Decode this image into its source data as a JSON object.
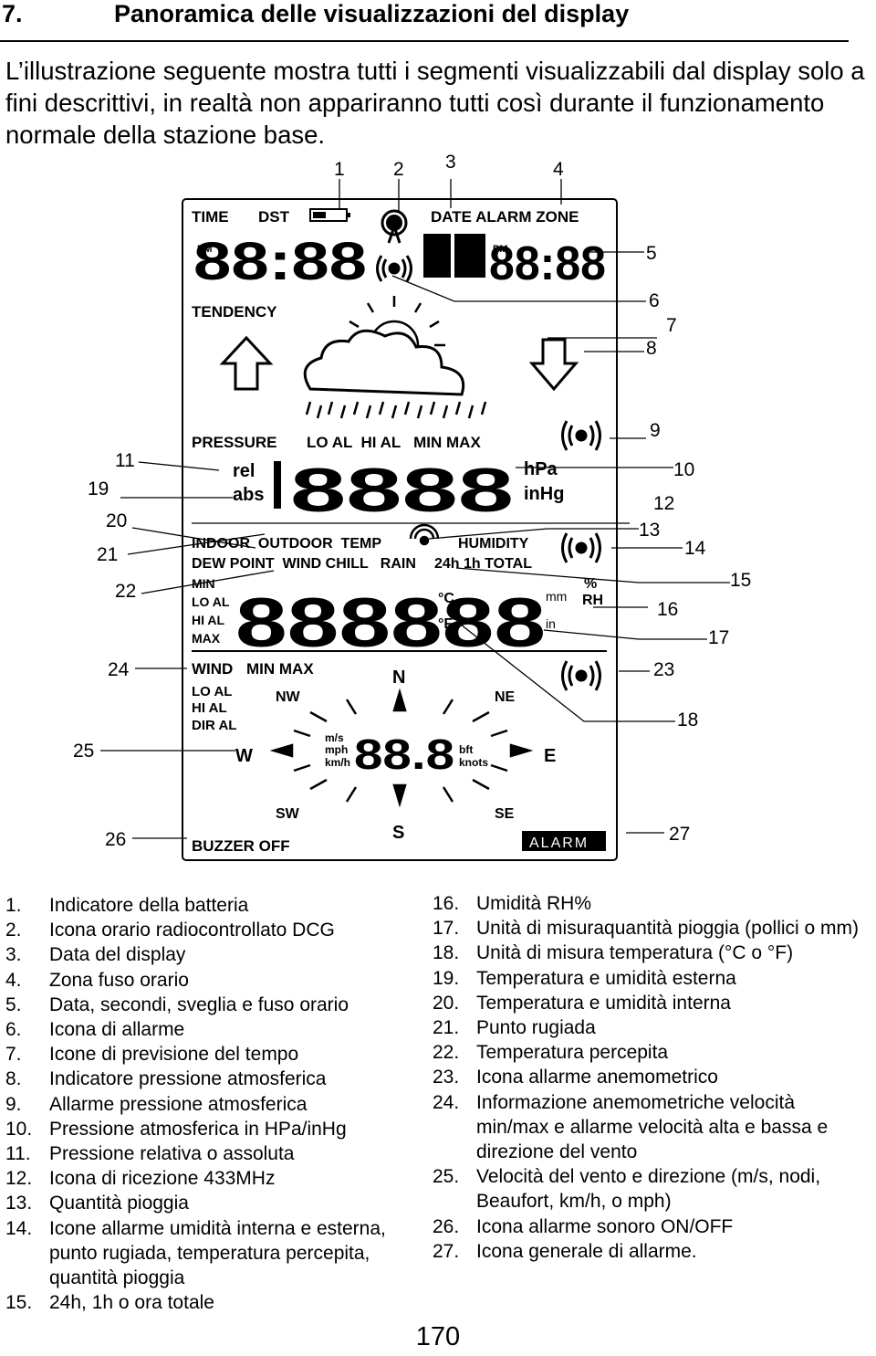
{
  "header": {
    "number": "7.",
    "title": "Panoramica delle visualizzazioni del display"
  },
  "intro": "L’illustrazione seguente mostra tutti i segmenti visualizzabili dal display solo a fini descrittivi, in realtà non appariranno tutti così durante il funzionamento normale della stazione base.",
  "callouts": [
    "1",
    "2",
    "3",
    "4",
    "5",
    "6",
    "7",
    "8",
    "9",
    "10",
    "11",
    "12",
    "13",
    "14",
    "15",
    "16",
    "17",
    "18",
    "19",
    "20",
    "21",
    "22",
    "23",
    "24",
    "25",
    "26",
    "27"
  ],
  "lcd": {
    "time": "TIME",
    "dst": "DST",
    "date_alarm_zone": "DATE ALARM ZONE",
    "pm": "PM",
    "clock_digits": "88:88",
    "date_digits": "88:88",
    "tendency": "TENDENCY",
    "pressure": "PRESSURE",
    "pressure_modes": "LO AL  HI AL   MIN MAX",
    "rel": "rel",
    "abs": "abs",
    "pressure_digits": "8888",
    "hpa": "hPa",
    "inhg": "inHg",
    "indoor_row": "INDOOR  OUTDOOR  TEMP",
    "humidity": "HUMIDITY",
    "dew_row": "DEW POINT  WIND CHILL   RAIN",
    "rain_period": "24h 1h TOTAL",
    "min": "MIN",
    "lo_al": "LO AL",
    "hi_al": "HI AL",
    "max": "MAX",
    "temp_digits": "888888",
    "deg_c": "°C",
    "deg_f": "°F",
    "mm": "mm",
    "in": "in",
    "pct": "%",
    "rh": "RH",
    "wind": "WIND",
    "wind_minmax": "MIN MAX",
    "wind_loal": "LO AL",
    "wind_hial": "HI AL",
    "dir_al": "DIR AL",
    "compass": {
      "n": "N",
      "s": "S",
      "e": "E",
      "w": "W",
      "ne": "NE",
      "nw": "NW",
      "se": "SE",
      "sw": "SW"
    },
    "units_left": [
      "m/s",
      "mph",
      "km/h"
    ],
    "units_right": [
      "bft",
      "knots"
    ],
    "wind_digits": "88.8",
    "buzzer_off": "BUZZER OFF",
    "alarm": "ALARM"
  },
  "legend_left": [
    {
      "n": "1.",
      "t": "Indicatore della batteria"
    },
    {
      "n": "2.",
      "t": "Icona orario radiocontrollato DCG"
    },
    {
      "n": "3.",
      "t": "Data del display"
    },
    {
      "n": "4.",
      "t": "Zona fuso orario"
    },
    {
      "n": "5.",
      "t": "Data, secondi, sveglia e fuso orario"
    },
    {
      "n": "6.",
      "t": "Icona di allarme"
    },
    {
      "n": "7.",
      "t": "Icone di previsione del tempo"
    },
    {
      "n": "8.",
      "t": "Indicatore pressione atmosferica"
    },
    {
      "n": "9.",
      "t": "Allarme pressione atmosferica"
    },
    {
      "n": "10.",
      "t": "Pressione atmosferica in HPa/inHg"
    },
    {
      "n": "11.",
      "t": "Pressione relativa o assoluta"
    },
    {
      "n": "12.",
      "t": "Icona di ricezione 433MHz"
    },
    {
      "n": "13.",
      "t": "Quantità pioggia"
    },
    {
      "n": "14.",
      "t": "Icone allarme umidità interna e esterna, punto rugiada, temperatura percepita, quantità pioggia"
    },
    {
      "n": "15.",
      "t": "24h, 1h o ora totale"
    }
  ],
  "legend_right": [
    {
      "n": "16.",
      "t": "Umidità RH%"
    },
    {
      "n": "17.",
      "t": "Unità di misuraquantità pioggia (pollici o mm)"
    },
    {
      "n": "18.",
      "t": "Unità di misura temperatura (°C o °F)"
    },
    {
      "n": "19.",
      "t": "Temperatura e umidità esterna"
    },
    {
      "n": "20.",
      "t": "Temperatura e umidità  interna"
    },
    {
      "n": "21.",
      "t": "Punto rugiada"
    },
    {
      "n": "22.",
      "t": "Temperatura percepita"
    },
    {
      "n": "23.",
      "t": "Icona allarme anemometrico"
    },
    {
      "n": "24.",
      "t": "Informazione anemometriche velocità min/max e allarme velocità alta e bassa e direzione del vento"
    },
    {
      "n": "25.",
      "t": "Velocità del vento e direzione (m/s, nodi, Beaufort, km/h, o mph)"
    },
    {
      "n": "26.",
      "t": "Icona allarme sonoro ON/OFF"
    },
    {
      "n": "27.",
      "t": "Icona generale di  allarme."
    }
  ],
  "page_number": "170"
}
